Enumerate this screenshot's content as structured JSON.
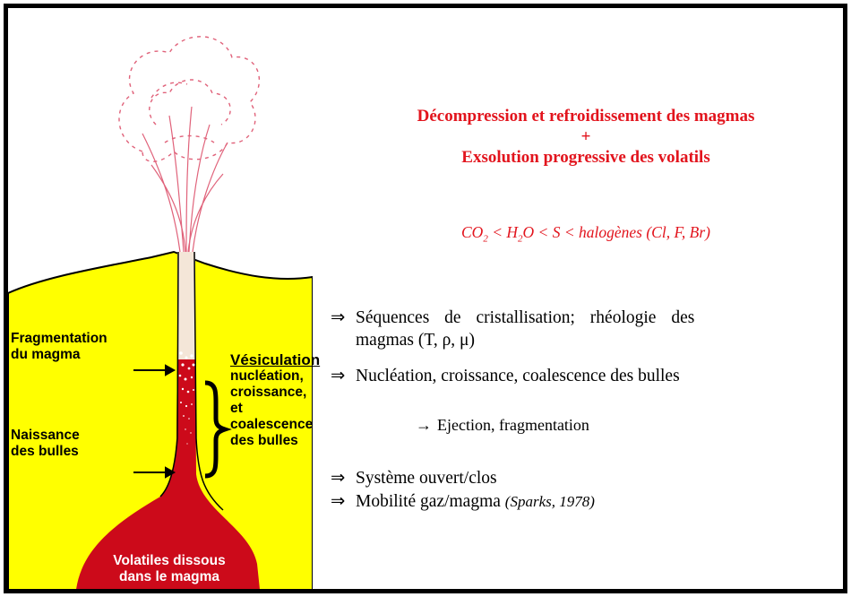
{
  "figure": {
    "labels": {
      "fragmentation": [
        "Fragmentation",
        "du magma"
      ],
      "vesiculation_title": "Vésiculation",
      "vesiculation_desc": [
        "nucléation,",
        "croissance, et",
        "coalescence",
        "des bulles"
      ],
      "naissance": [
        "Naissance",
        "des bulles"
      ],
      "volatiles": [
        "Volatiles dissous",
        "dans le magma"
      ]
    },
    "colors": {
      "yellow": "#ffff00",
      "magma": "#cc0a1a",
      "plume": "#e0627a"
    }
  },
  "text": {
    "heading1": "Décompression et refroidissement des magmas",
    "plus": "+",
    "heading2": "Exsolution progressive des volatils",
    "formula": {
      "co2_a": "CO",
      "co2_b": "2",
      "h2o_a": " < H",
      "h2o_b": "2",
      "rest": "O < S < halogènes (Cl, F, Br)"
    },
    "bullets": {
      "b1_line1": "Séquences de cristallisation; rhéologie des",
      "b1_line2": "magmas (T, ρ, μ)",
      "b2": "Nucléation, croissance, coalescence des bulles",
      "b3": "Ejection, fragmentation",
      "b4": "Système ouvert/clos",
      "b5_main": "Mobilité gaz/magma ",
      "b5_cite": "(Sparks, 1978)"
    },
    "arrow_double": "⇒",
    "arrow_single": "→"
  }
}
